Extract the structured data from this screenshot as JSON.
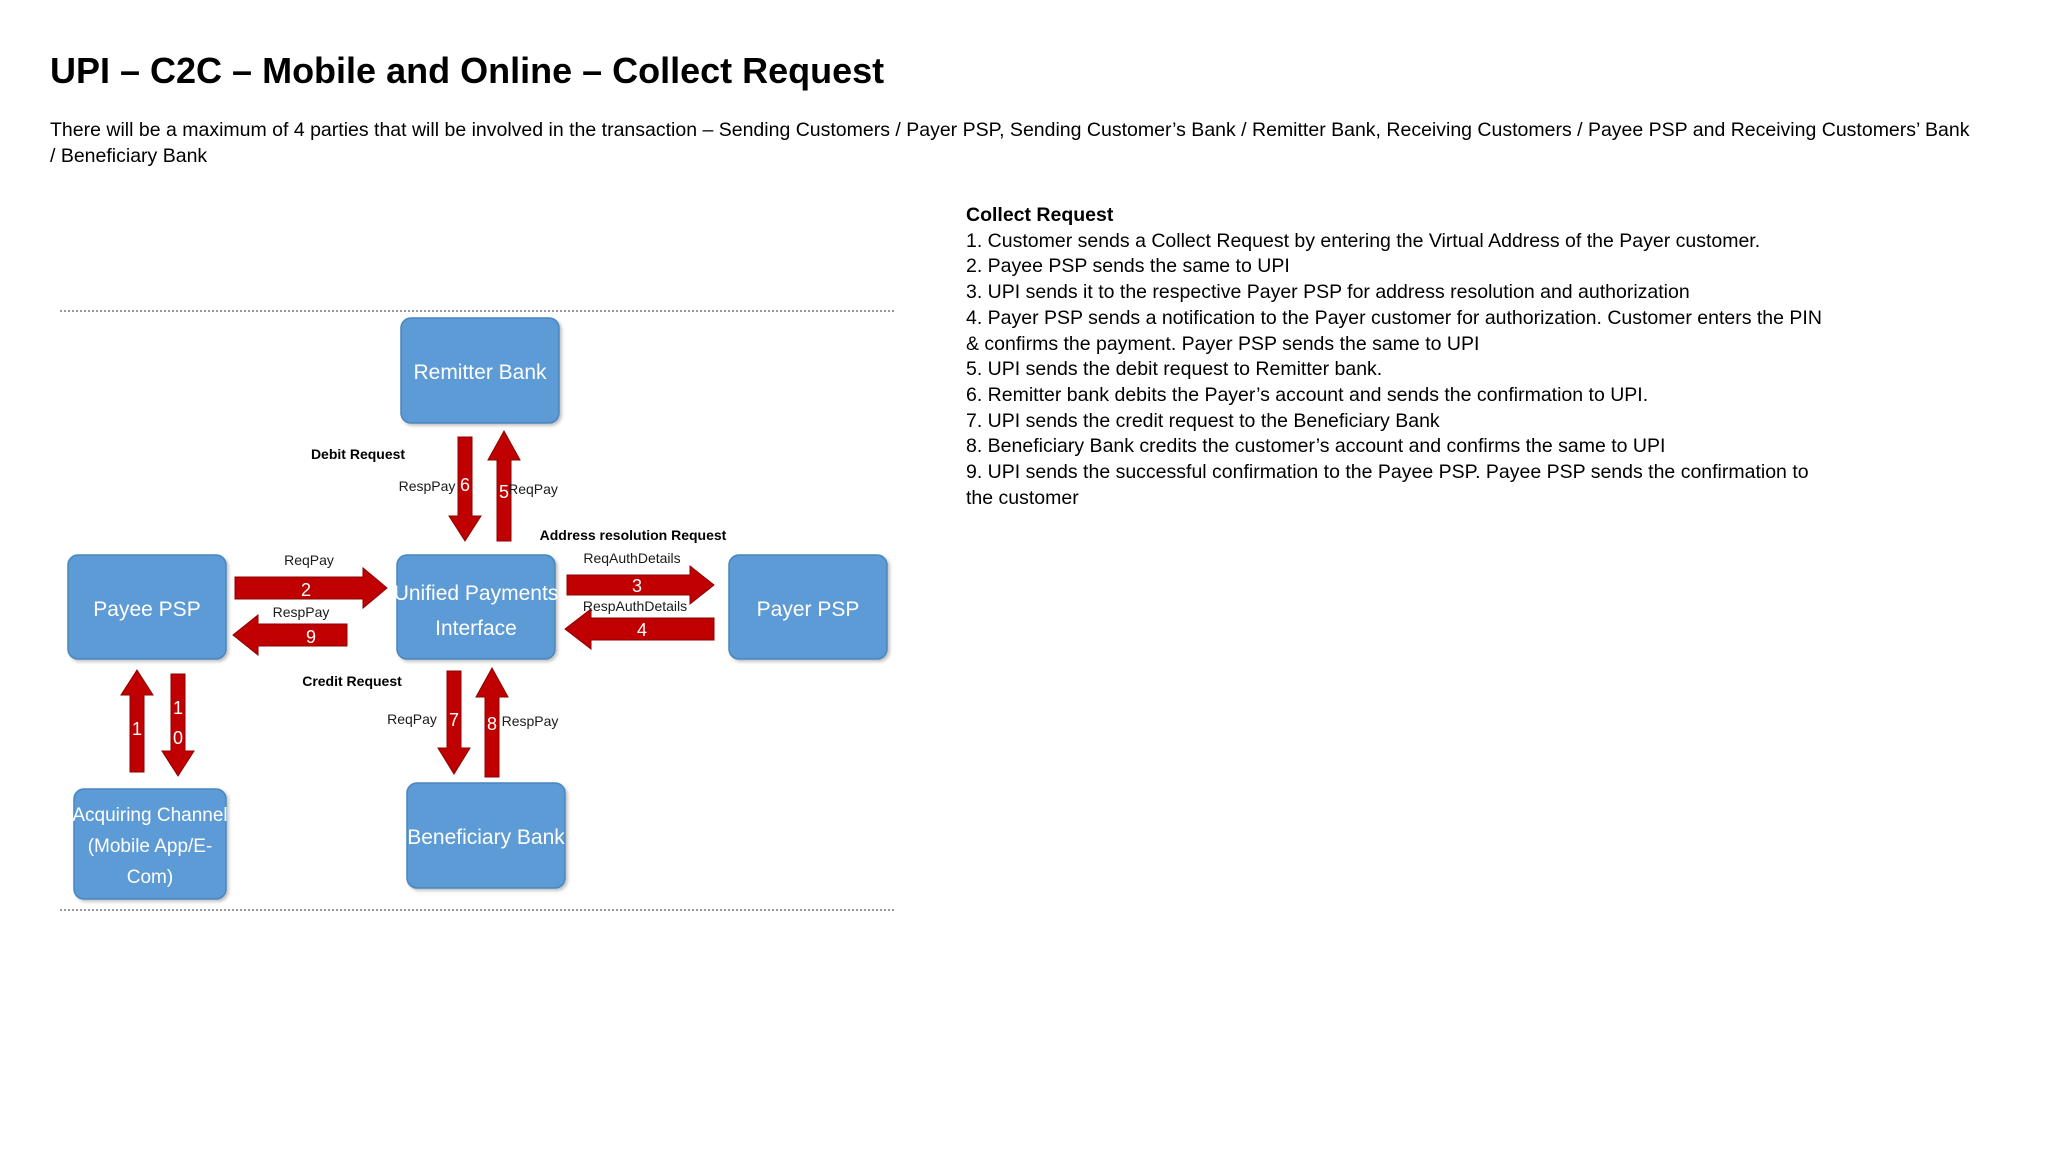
{
  "slide": {
    "title": "UPI – C2C – Mobile and Online – Collect Request",
    "intro": "There will be a maximum of 4 parties that will be involved in the transaction – Sending Customers / Payer PSP, Sending Customer’s Bank / Remitter Bank, Receiving Customers / Payee PSP and Receiving Customers’ Bank / Beneficiary Bank"
  },
  "steps": {
    "heading": "Collect Request",
    "items": [
      "1. Customer sends a Collect Request by entering the Virtual Address of the Payer customer.",
      "2. Payee PSP sends the same to UPI",
      "3. UPI sends it to the respective Payer PSP for address resolution and authorization",
      "4. Payer PSP sends a notification to the Payer customer for authorization. Customer enters the PIN & confirms the payment. Payer PSP sends the same to UPI",
      "5. UPI sends the debit request to Remitter bank.",
      "6. Remitter bank debits the Payer’s account and sends the confirmation to UPI.",
      "7. UPI sends the credit request to the Beneficiary Bank",
      "8. Beneficiary Bank credits the customer’s account and confirms the same to UPI",
      "9. UPI sends the successful confirmation to the Payee PSP. Payee PSP sends the confirmation to the customer"
    ]
  },
  "diagram": {
    "colors": {
      "box_fill": "#5b9bd5",
      "box_stroke": "#4a86bd",
      "arrow_fill": "#c00000",
      "arrow_stroke": "#8b0000",
      "divider": "#9a9a9a"
    },
    "boxes": {
      "remitter_bank": "Remitter Bank",
      "upi_line1": "Unified Payments",
      "upi_line2": "Interface",
      "payee_psp": "Payee PSP",
      "payer_psp": "Payer PSP",
      "acquiring_line1": "Acquiring Channel",
      "acquiring_line2": "(Mobile App/E-",
      "acquiring_line3": "Com)",
      "beneficiary_bank": "Beneficiary Bank"
    },
    "labels": {
      "debit_request": "Debit Request",
      "resp_pay_6": "RespPay",
      "req_pay_5": "ReqPay",
      "address_resolution_request": "Address resolution Request",
      "req_auth_details": "ReqAuthDetails",
      "resp_auth_details": "RespAuthDetails",
      "req_pay_2": "ReqPay",
      "resp_pay_9": "RespPay",
      "credit_request": "Credit Request",
      "req_pay_7": "ReqPay",
      "resp_pay_8": "RespPay"
    },
    "step_numbers": {
      "n1": "1",
      "n2": "2",
      "n3": "3",
      "n4": "4",
      "n5": "5",
      "n6": "6",
      "n7": "7",
      "n8": "8",
      "n9": "9",
      "n10_top": "1",
      "n10_bottom": "0"
    }
  }
}
